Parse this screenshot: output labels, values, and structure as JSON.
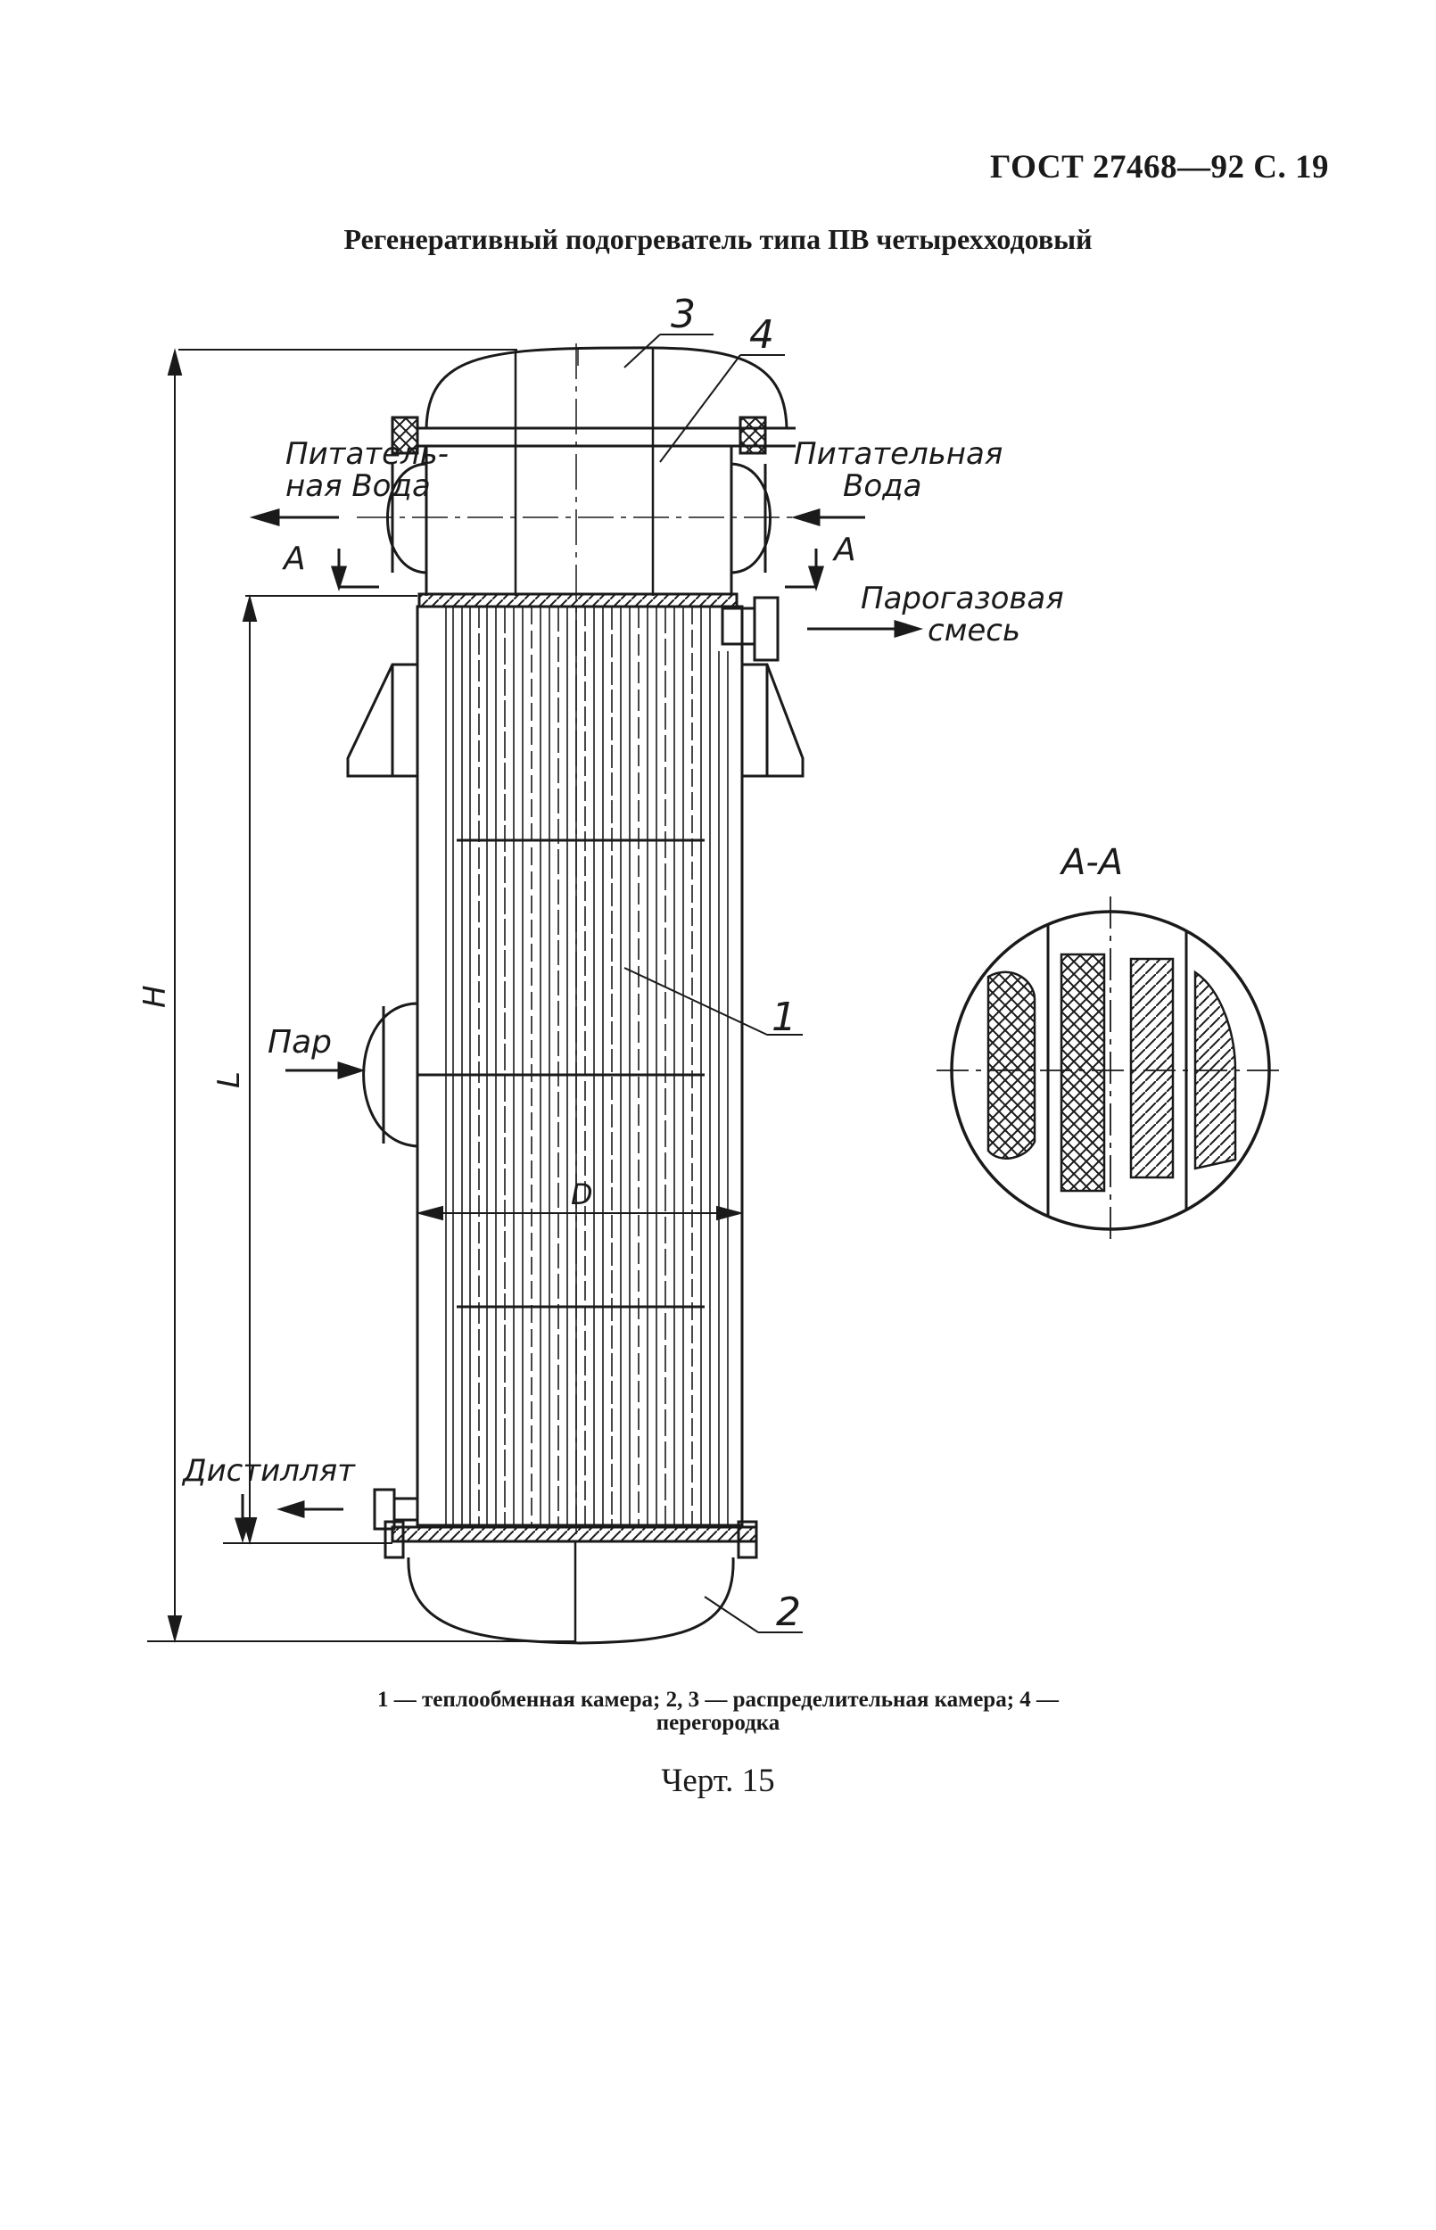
{
  "header": {
    "standard": "ГОСТ 27468—92 С. 19"
  },
  "title": "Регенеративный подогреватель типа ПВ четырехходовый",
  "labels": {
    "feed_water_left_1": "Питатель-",
    "feed_water_left_2": "ная Вода",
    "feed_water_right_1": "Питательная",
    "feed_water_right_2": "Вода",
    "steam_gas_1": "Парогазовая",
    "steam_gas_2": "смесь",
    "steam": "Пар",
    "distillate": "Дистиллят",
    "section_mark_left": "А",
    "section_mark_right": "А",
    "section_view": "А-А",
    "dim_H": "H",
    "dim_L": "L",
    "dim_D": "D",
    "callout_1": "1",
    "callout_2": "2",
    "callout_3": "3",
    "callout_4": "4"
  },
  "legend": {
    "line1": "1 — теплообменная камера; 2, 3 — распределительная камера; 4 —",
    "line2": "перегородка"
  },
  "caption": "Черт. 15"
}
